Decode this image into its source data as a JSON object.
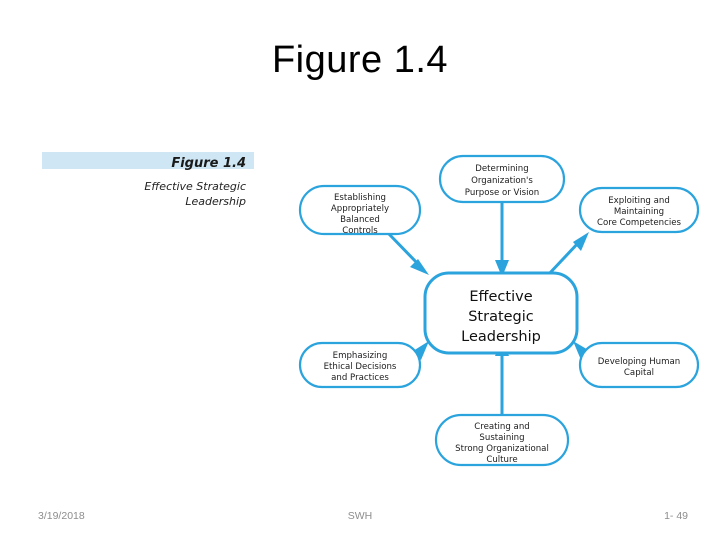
{
  "slide": {
    "title": "Figure 1.4"
  },
  "figure": {
    "banner_label": "Figure 1.4",
    "subtitle_line1": "Effective Strategic",
    "subtitle_line2": "Leadership",
    "banner_color": "#cfe7f4",
    "accent_color": "#2ba3dd"
  },
  "diagram": {
    "type": "hub-and-spoke",
    "center": {
      "id": "center",
      "lines": [
        "Effective",
        "Strategic",
        "Leadership"
      ]
    },
    "nodes": [
      {
        "id": "top",
        "position": "top",
        "lines": [
          "Determining",
          "Organization's",
          "Purpose or Vision"
        ],
        "arrow_direction": "into-center"
      },
      {
        "id": "upper-left",
        "position": "upper-left",
        "lines": [
          "Establishing",
          "Appropriately",
          "Balanced",
          "Controls"
        ],
        "arrow_direction": "into-center"
      },
      {
        "id": "upper-right",
        "position": "upper-right",
        "lines": [
          "Exploiting and",
          "Maintaining",
          "Core Competencies"
        ],
        "arrow_direction": "out-of-center"
      },
      {
        "id": "lower-left",
        "position": "lower-left",
        "lines": [
          "Emphasizing",
          "Ethical Decisions",
          "and Practices"
        ],
        "arrow_direction": "into-center"
      },
      {
        "id": "lower-right",
        "position": "lower-right",
        "lines": [
          "Developing Human",
          "Capital"
        ],
        "arrow_direction": "into-center"
      },
      {
        "id": "bottom",
        "position": "bottom",
        "lines": [
          "Creating and",
          "Sustaining",
          "Strong Organizational",
          "Culture"
        ],
        "arrow_direction": "into-center"
      }
    ]
  },
  "footer": {
    "date": "3/19/2018",
    "center_label": "SWH",
    "page_label": "1- 49"
  }
}
